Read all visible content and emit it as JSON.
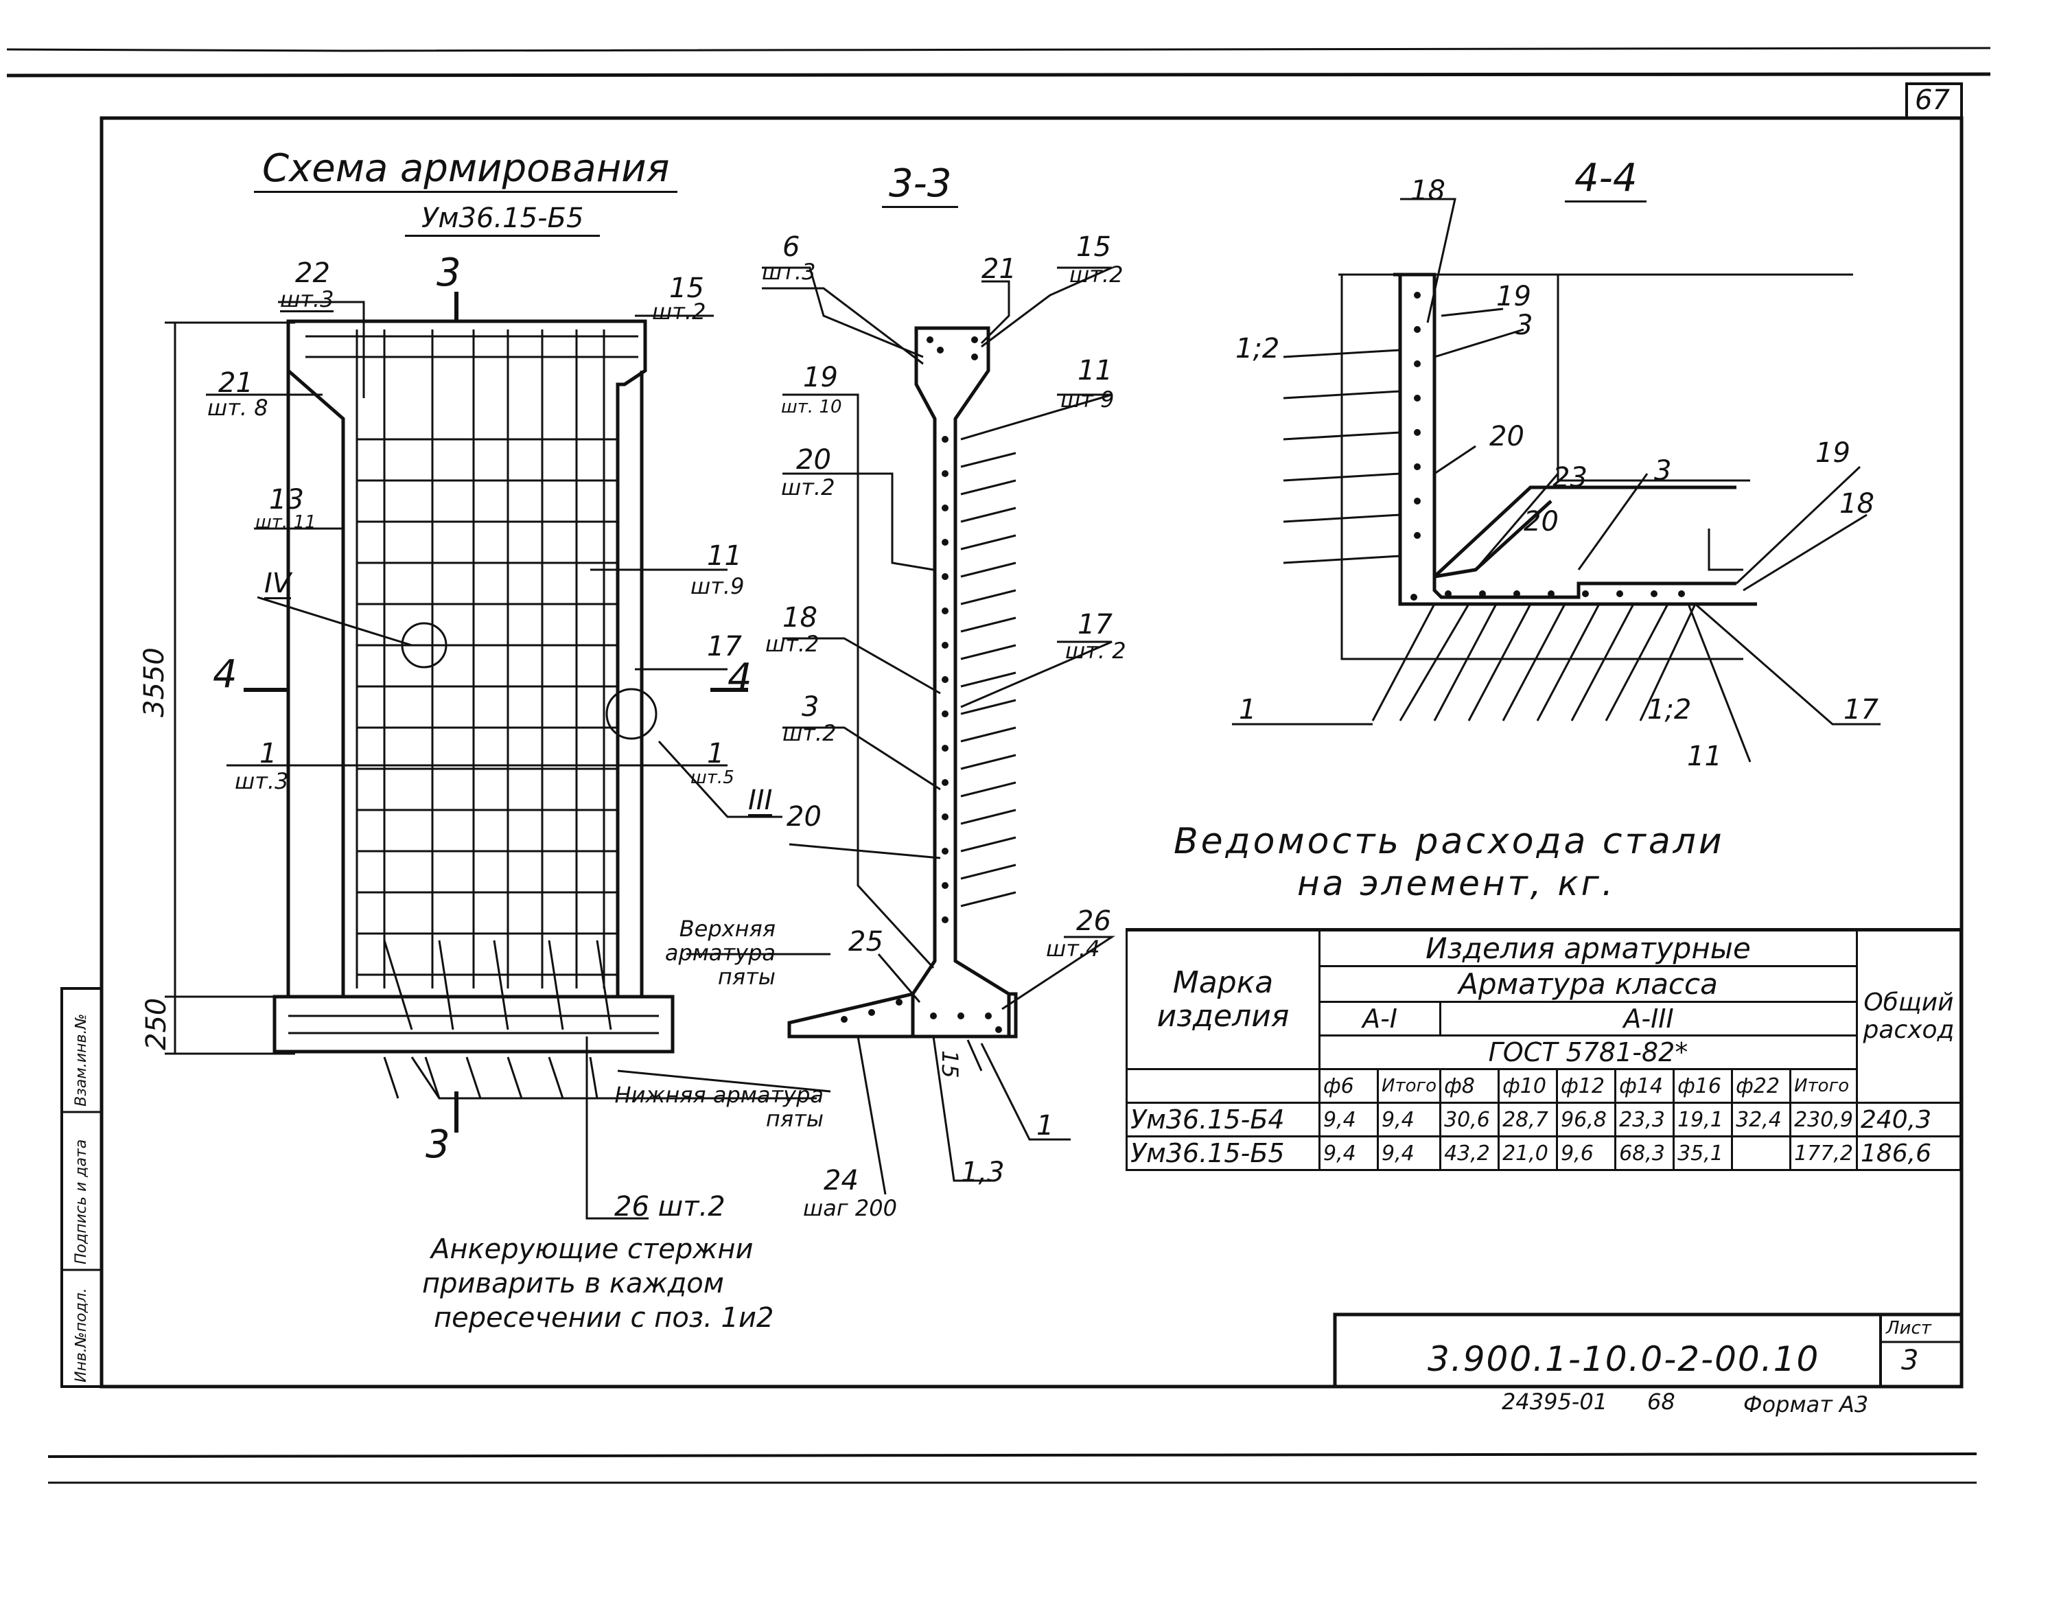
{
  "sheet_number": "67",
  "scheme": {
    "title": "Схема армирования",
    "subtitle": "Ум36.15-Б5",
    "dim_height": "3550",
    "dim_base": "250",
    "section_mark": "3",
    "section_mark_4": "4",
    "labels": {
      "l22": "22",
      "l22q": "шт.3",
      "l15": "15",
      "l15q": "шт.2",
      "l21": "21",
      "l21q": "шт. 8",
      "l13": "13",
      "l13q": "шт. 11",
      "l11": "11",
      "l11q": "шт.9",
      "lIV": "IV",
      "l17": "17",
      "l1a": "1",
      "l1aq": "шт.3",
      "l1b": "1",
      "l1bq": "шт.5",
      "lIII": "III",
      "l20": "20",
      "l26": "26 шт.2",
      "upper": "Верхняя арматура пяты",
      "lower": "Нижняя арматура пяты"
    },
    "note": [
      "Анкерующие стержни",
      "приварить в каждом",
      "пересечении с поз. 1и2"
    ]
  },
  "section33": {
    "title": "3-3",
    "labels": {
      "l6": "6",
      "l6q": "шт.3",
      "l21": "21",
      "l15": "15",
      "l15q": "шт.2",
      "l19": "19",
      "l19q": "шт. 10",
      "l11": "11",
      "l11q": "шт 9",
      "l20": "20",
      "l20q": "шт.2",
      "l18": "18",
      "l18q": "шт.2",
      "l17": "17",
      "l17q": "шт. 2",
      "l3": "3",
      "l3q": "шт.2",
      "l25": "25",
      "l26": "26",
      "l26q": "шт.4",
      "l24": "24",
      "l24q": "шаг 200",
      "l15b": "15",
      "l13": "1,3",
      "l1": "1"
    }
  },
  "section44": {
    "title": "4-4",
    "labels": {
      "l18": "18",
      "l19": "19",
      "l3": "3",
      "l12": "1;2",
      "l20": "20",
      "l23": "23",
      "l20b": "20",
      "l3b": "3",
      "l19b": "19",
      "l18b": "18",
      "l1": "1",
      "l12b": "1;2",
      "l11": "11",
      "l17": "17"
    }
  },
  "steel_table": {
    "title1": "Ведомость расхода стали",
    "title2": "на элемент, кг.",
    "h_mark": "Марка изделия",
    "h_products": "Изделия арматурные",
    "h_class": "Арматура класса",
    "h_ai": "А-I",
    "h_aiii": "А-III",
    "h_gost": "ГОСТ 5781-82*",
    "h_total": "Общий расход",
    "cols": [
      "ф6",
      "Итого",
      "ф8",
      "ф10",
      "ф12",
      "ф14",
      "ф16",
      "ф22",
      "Итого"
    ],
    "rows": [
      {
        "mark": "Ум36.15-Б4",
        "cells": [
          "9,4",
          "9,4",
          "30,6",
          "28,7",
          "96,8",
          "23,3",
          "19,1",
          "32,4",
          "230,9"
        ],
        "total": "240,3"
      },
      {
        "mark": "Ум36.15-Б5",
        "cells": [
          "9,4",
          "9,4",
          "43,2",
          "21,0",
          "9,6",
          "68,3",
          "35,1",
          "",
          "177,2"
        ],
        "total": "186,6"
      }
    ]
  },
  "title_block": {
    "code": "3.900.1-10.0-2-00.10",
    "sheet_label": "Лист",
    "sheet_no": "3",
    "inv": "24395-01",
    "page": "68",
    "format": "Формат А3"
  },
  "stamp": [
    "Инв.№подл.",
    "Подпись и дата",
    "Взам.инв.№"
  ]
}
